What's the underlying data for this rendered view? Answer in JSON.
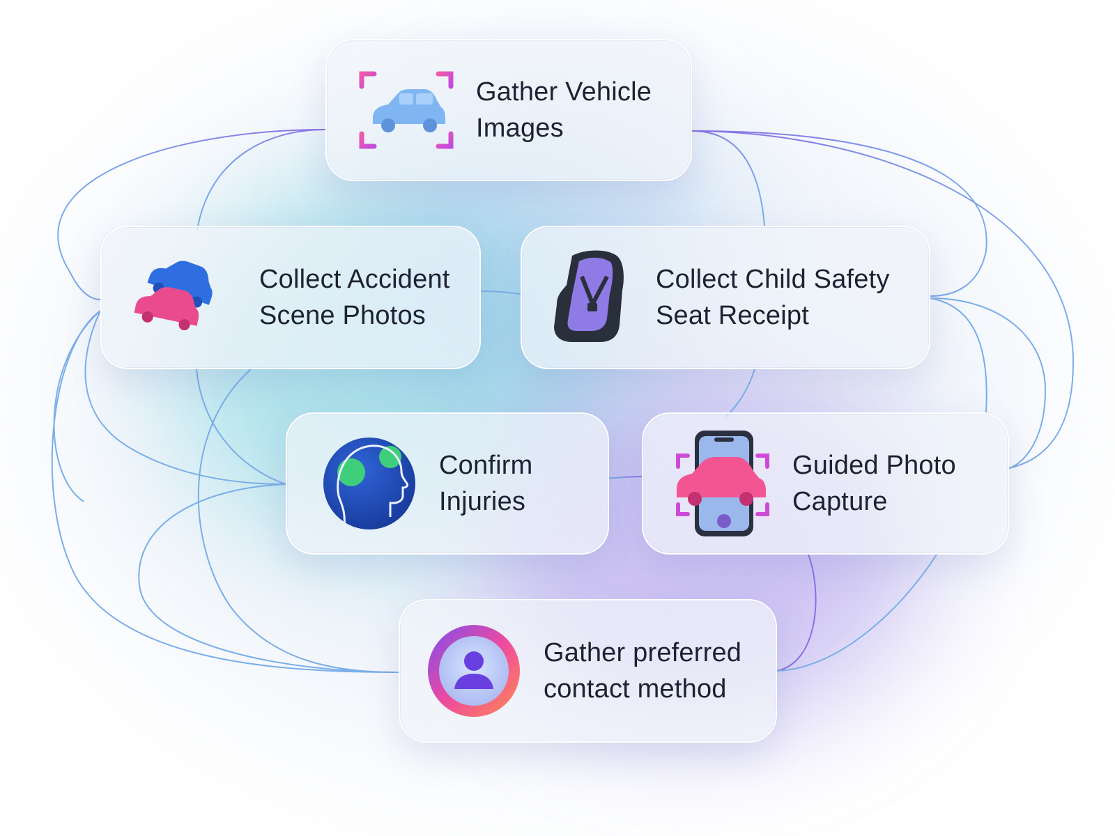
{
  "diagram": {
    "nodes": [
      {
        "id": "gather-vehicle-images",
        "lines": [
          "Gather Vehicle",
          "Images"
        ],
        "icon": "car-scan-icon"
      },
      {
        "id": "collect-accident-scene-photos",
        "lines": [
          "Collect Accident",
          "Scene Photos"
        ],
        "icon": "two-cars-icon"
      },
      {
        "id": "collect-child-safety-seat-receipt",
        "lines": [
          "Collect Child Safety",
          "Seat Receipt"
        ],
        "icon": "child-car-seat-icon"
      },
      {
        "id": "confirm-injuries",
        "lines": [
          "Confirm",
          "Injuries"
        ],
        "icon": "head-profile-icon"
      },
      {
        "id": "guided-photo-capture",
        "lines": [
          "Guided Photo",
          "Capture"
        ],
        "icon": "phone-car-capture-icon"
      },
      {
        "id": "gather-preferred-contact-method",
        "lines": [
          "Gather preferred",
          "contact method"
        ],
        "icon": "person-avatar-icon"
      }
    ],
    "colors": {
      "link_blue": "#79aee8",
      "link_violet": "#8a6fe6",
      "text": "#1d2233",
      "accent_pink": "#e0449a",
      "accent_blue": "#2f6fe0",
      "accent_purple": "#7a5cf0"
    }
  }
}
